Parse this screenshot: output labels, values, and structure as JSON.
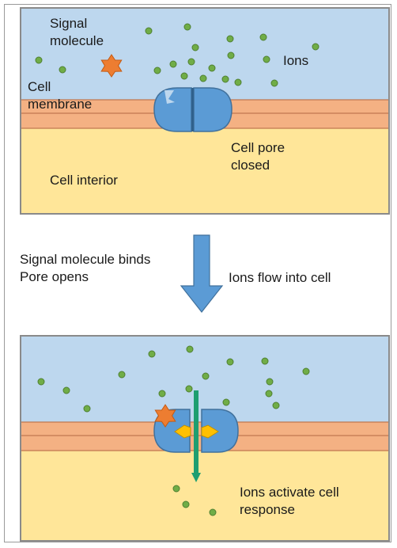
{
  "top_panel": {
    "signal_molecule_label": [
      "Signal",
      "molecule"
    ],
    "ions_label": "Ions",
    "cell_membrane_label": [
      "Cell",
      "membrane"
    ],
    "cell_pore_label": [
      "Cell pore",
      "closed"
    ],
    "cell_interior_label": "Cell interior"
  },
  "transition": {
    "left_label": [
      "Signal molecule binds",
      "Pore opens"
    ],
    "right_label": "Ions flow into cell"
  },
  "bottom_panel": {
    "response_label": [
      "Ions activate cell",
      "response"
    ]
  },
  "colors": {
    "extracellular": "#bdd7ee",
    "membrane": "#f4b183",
    "interior": "#ffe699",
    "pore": "#5b9bd5",
    "ion": "#70ad47",
    "signal": "#ed7d31",
    "channel": "#1e9e70",
    "active_site": "#ffc000"
  }
}
